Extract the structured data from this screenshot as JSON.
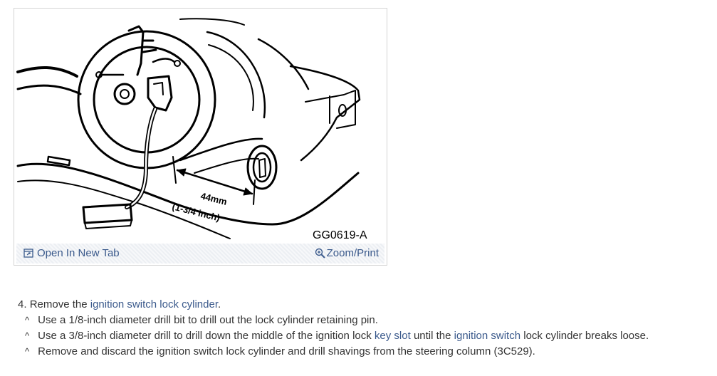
{
  "figure": {
    "callout_measure": "44mm",
    "callout_inches": "(1-3/4 inch)",
    "figure_code": "GG0619-A",
    "open_tab_label": "Open In New Tab",
    "zoom_print_label": "Zoom/Print",
    "open_tab_icon": "open-new-tab-icon",
    "zoom_icon": "magnifier-icon"
  },
  "step": {
    "number": "4.",
    "text_before": "Remove the",
    "link_text": "ignition switch lock cylinder",
    "text_after": ".",
    "substeps": [
      {
        "bullet": "^",
        "text": "Use a 1/8-inch diameter drill bit to drill out the lock cylinder retaining pin."
      },
      {
        "bullet": "^",
        "text_1": "Use a 3/8-inch diameter drill to drill down the middle of the ignition lock",
        "link_1": "key slot",
        "text_2": "until the",
        "link_2": "ignition switch",
        "text_3": "lock cylinder breaks loose."
      },
      {
        "bullet": "^",
        "text": "Remove and discard the ignition switch lock cylinder and drill shavings from the steering column (3C529)."
      }
    ]
  },
  "colors": {
    "link": "#3b5a8c",
    "text": "#333333",
    "frame_border": "#d4d4d4"
  }
}
